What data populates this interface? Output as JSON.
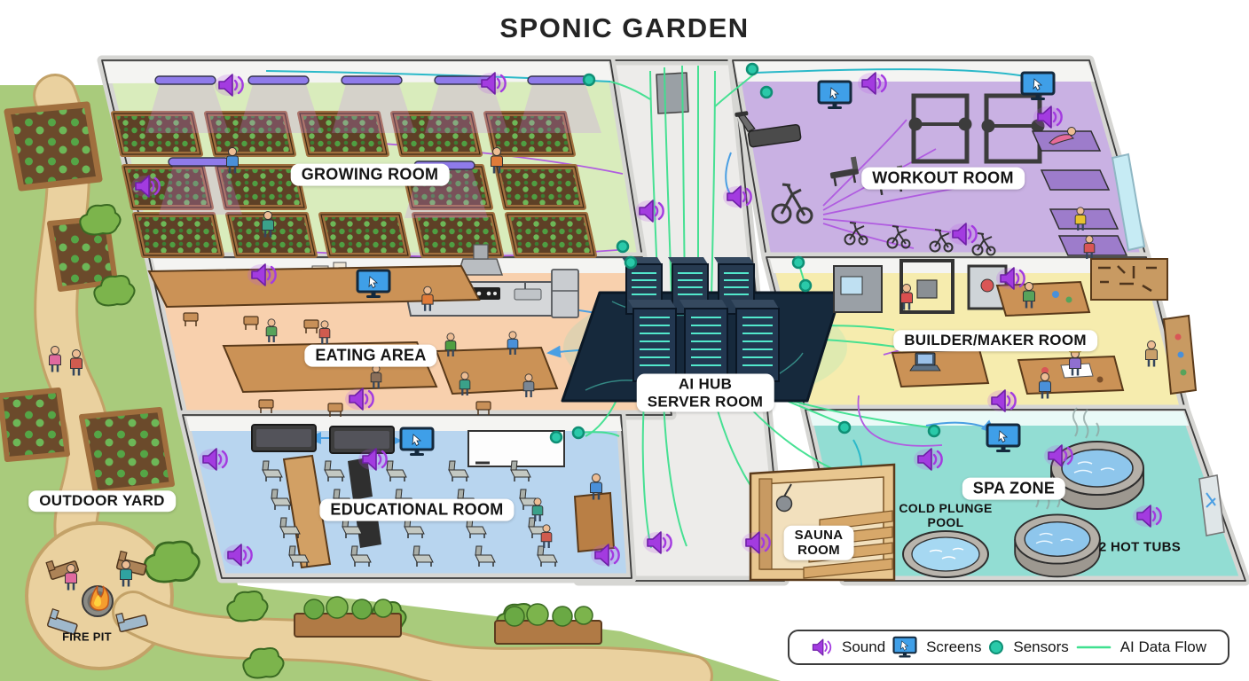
{
  "title": "SPONIC GARDEN",
  "rooms": {
    "growing": {
      "label": "GROWING ROOM"
    },
    "workout": {
      "label": "WORKOUT ROOM"
    },
    "eating": {
      "label": "EATING AREA"
    },
    "server": {
      "label_line1": "AI HUB",
      "label_line2": "SERVER ROOM"
    },
    "builder": {
      "label": "BUILDER/MAKER ROOM"
    },
    "educational": {
      "label": "EDUCATIONAL ROOM"
    },
    "sauna": {
      "label_line1": "SAUNA",
      "label_line2": "ROOM"
    },
    "spa": {
      "label": "SPA ZONE"
    },
    "cold_plunge": {
      "label_line1": "COLD PLUNGE",
      "label_line2": "POOL"
    },
    "hot_tubs": {
      "label": "2 HOT TUBS"
    },
    "outdoor": {
      "label": "OUTDOOR YARD"
    },
    "fire_pit": {
      "label": "FIRE PIT"
    }
  },
  "legend": {
    "items": [
      {
        "icon": "sound-speaker-icon",
        "label": "Sound"
      },
      {
        "icon": "screen-icon",
        "label": "Screens"
      },
      {
        "icon": "sensor-icon",
        "label": "Sensors"
      },
      {
        "icon": "data-flow-icon",
        "label": "AI Data Flow"
      }
    ]
  },
  "colors": {
    "sound": "#a33be0",
    "screens": "#3f9fe8",
    "sensors": "#2ac9a9",
    "data_flow": "#3fe08f",
    "growing_floor": "#d9ecbc",
    "workout_floor": "#c9b1e3",
    "eating_floor": "#f8d0ad",
    "builder_floor": "#f6ecae",
    "educational_floor": "#b8d5ef",
    "spa_floor": "#92ddd3",
    "outdoor_grass": "#a9cb7c",
    "path": "#ead19f",
    "server_platform": "#16293c"
  }
}
